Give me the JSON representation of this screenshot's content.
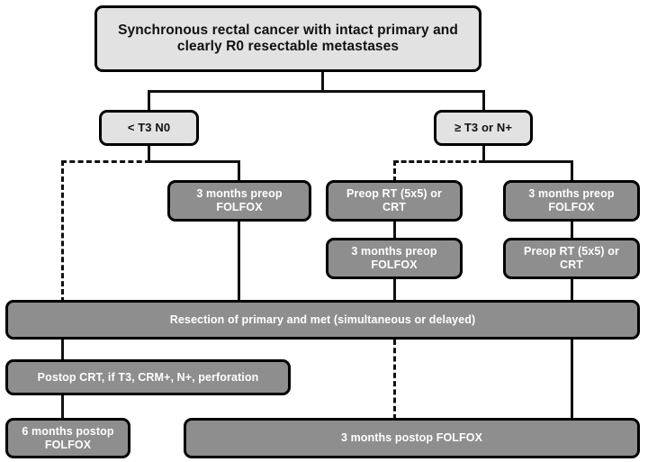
{
  "diagram": {
    "title": "Synchronous rectal cancer treatment algorithm",
    "colors": {
      "box_gray_fill": "#8e8e8e",
      "box_light_fill": "#e2e2e2",
      "border": "#000000",
      "gray_text": "#ffffff",
      "light_text": "#111111",
      "background": "#ffffff"
    },
    "nodes": {
      "title_box": "Synchronous rectal cancer with intact primary and clearly R0 resectable metastases",
      "stage_left": "< T3 N0",
      "stage_right": "≥ T3 or N+",
      "col1_row1": "3 months preop FOLFOX",
      "col2_row1": "Preop RT (5x5) or CRT",
      "col3_row1": "3 months preop FOLFOX",
      "col2_row2": "3 months preop FOLFOX",
      "col3_row2": "Preop RT (5x5) or CRT",
      "resection": "Resection of  primary and met (simultaneous or delayed)",
      "postop_crt": "Postop CRT, if T3, CRM+, N+, perforation",
      "six_months_postop": "6 months postop FOLFOX",
      "three_months_postop": "3 months postop FOLFOX"
    }
  }
}
